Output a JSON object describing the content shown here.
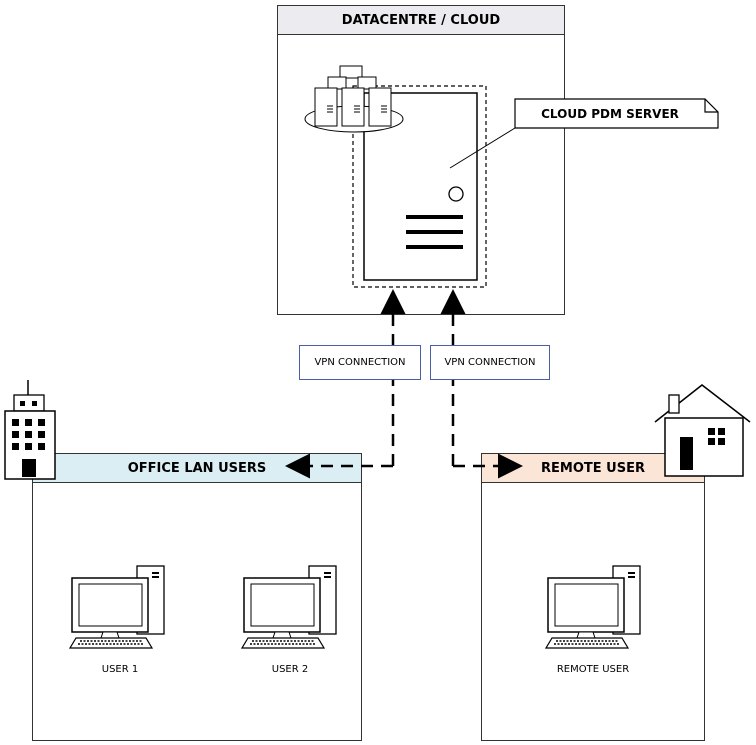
{
  "datacentre": {
    "title": "DATACENTRE / CLOUD"
  },
  "server": {
    "callout": "CLOUD PDM SERVER"
  },
  "vpn": {
    "left_label": "VPN CONNECTION",
    "right_label": "VPN CONNECTION"
  },
  "office": {
    "title": "OFFICE LAN USERS",
    "users": [
      "USER 1",
      "USER 2"
    ]
  },
  "remote": {
    "title": "REMOTE USER",
    "user_label": "REMOTE USER"
  },
  "colors": {
    "office_header": "#dbeef4",
    "remote_header": "#fbe5d6",
    "vpn_border": "#4a5fa6",
    "header_gray": "#ecebf0"
  }
}
